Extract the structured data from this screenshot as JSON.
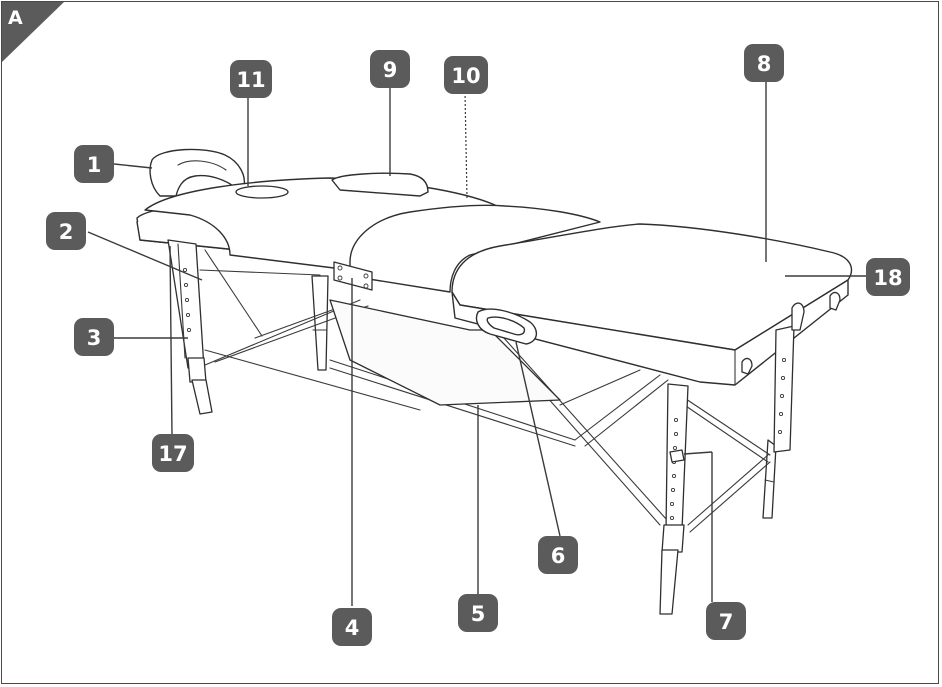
{
  "corner_label": "A",
  "colors": {
    "badge": "#5b5b5b",
    "badge_text": "#ffffff",
    "line": "#3b3b3b",
    "frame": "#4a4a4a"
  },
  "callouts": [
    {
      "id": "c1",
      "label": "1"
    },
    {
      "id": "c2",
      "label": "2"
    },
    {
      "id": "c3",
      "label": "3"
    },
    {
      "id": "c4",
      "label": "4"
    },
    {
      "id": "c5",
      "label": "5"
    },
    {
      "id": "c6",
      "label": "6"
    },
    {
      "id": "c7",
      "label": "7"
    },
    {
      "id": "c8",
      "label": "8"
    },
    {
      "id": "c9",
      "label": "9"
    },
    {
      "id": "c10",
      "label": "10"
    },
    {
      "id": "c11",
      "label": "11"
    },
    {
      "id": "c17",
      "label": "17"
    },
    {
      "id": "c18",
      "label": "18"
    }
  ]
}
